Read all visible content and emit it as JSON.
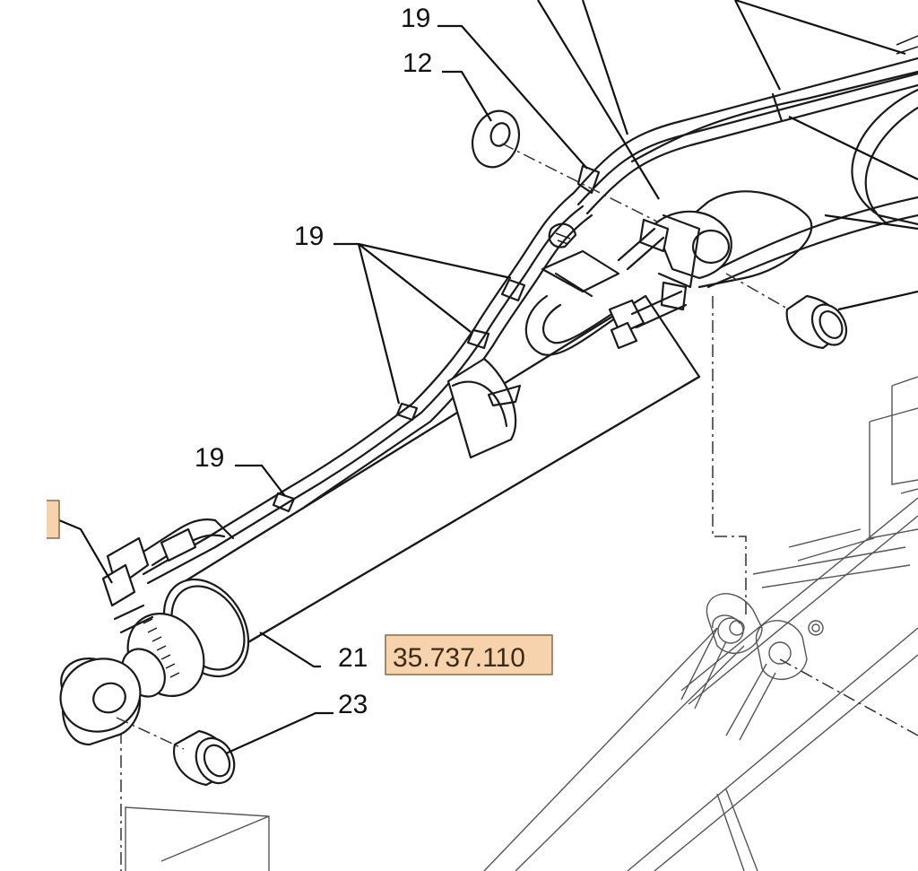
{
  "callouts": {
    "c12": "12",
    "c19_top": "19",
    "c19_mid": "19",
    "c19_low": "19",
    "c21": "21",
    "c23": "23"
  },
  "reference_box": {
    "text": "35.737.110",
    "fill_color": "#f6d2ad",
    "border_color": "#8a6a4a"
  },
  "colors": {
    "line": "#1a1a1a",
    "background": "#ffffff"
  }
}
